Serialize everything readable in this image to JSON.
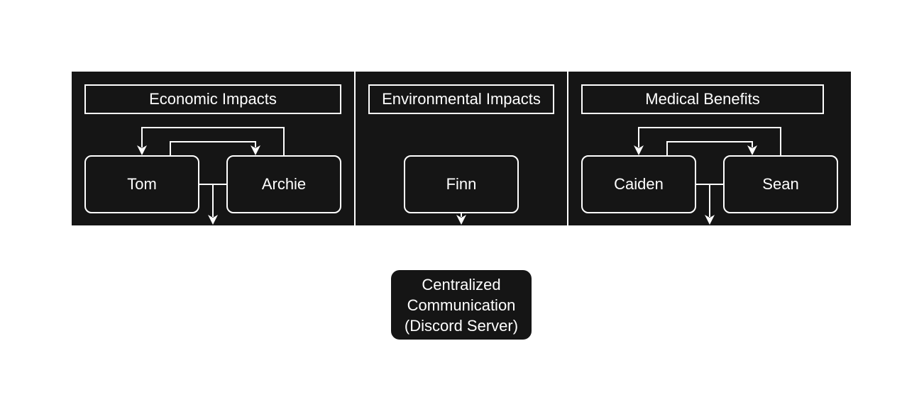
{
  "diagram": {
    "groups": [
      {
        "title": "Economic Impacts",
        "members": [
          "Tom",
          "Archie"
        ]
      },
      {
        "title": "Environmental Impacts",
        "members": [
          "Finn"
        ]
      },
      {
        "title": "Medical Benefits",
        "members": [
          "Caiden",
          "Sean"
        ]
      }
    ],
    "central": {
      "lines": [
        "Centralized",
        "Communication",
        "(Discord Server)"
      ]
    },
    "colors": {
      "panel": "#151515",
      "stroke": "#ffffff",
      "background": "#ffffff"
    }
  }
}
